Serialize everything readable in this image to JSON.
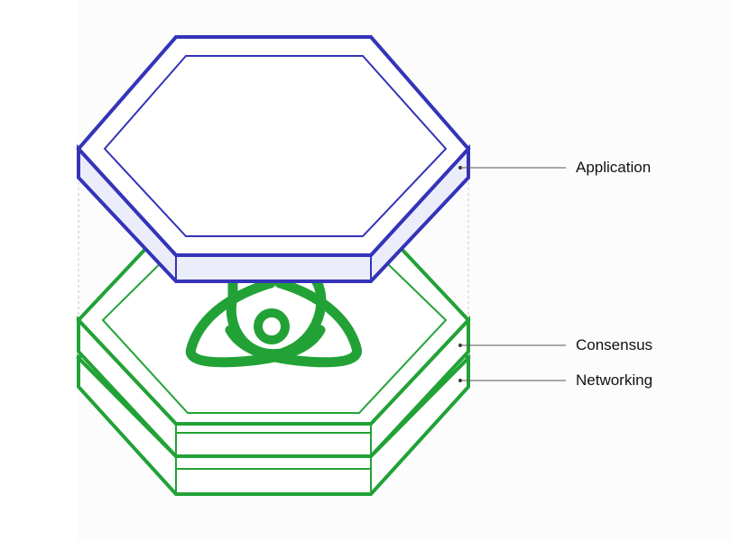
{
  "layers": {
    "application": {
      "label": "Application"
    },
    "consensus": {
      "label": "Consensus"
    },
    "networking": {
      "label": "Networking"
    }
  },
  "colors": {
    "application_stroke": "#3434b8",
    "application_fill": "#ecedfb",
    "stack_stroke": "#22a236",
    "stack_fill": "#ffffff",
    "leader_line": "#555555",
    "guide_line": "#c8c8c8",
    "background": "#fcfcfc"
  },
  "icons": {
    "logo": "triquetra-knot-icon"
  }
}
